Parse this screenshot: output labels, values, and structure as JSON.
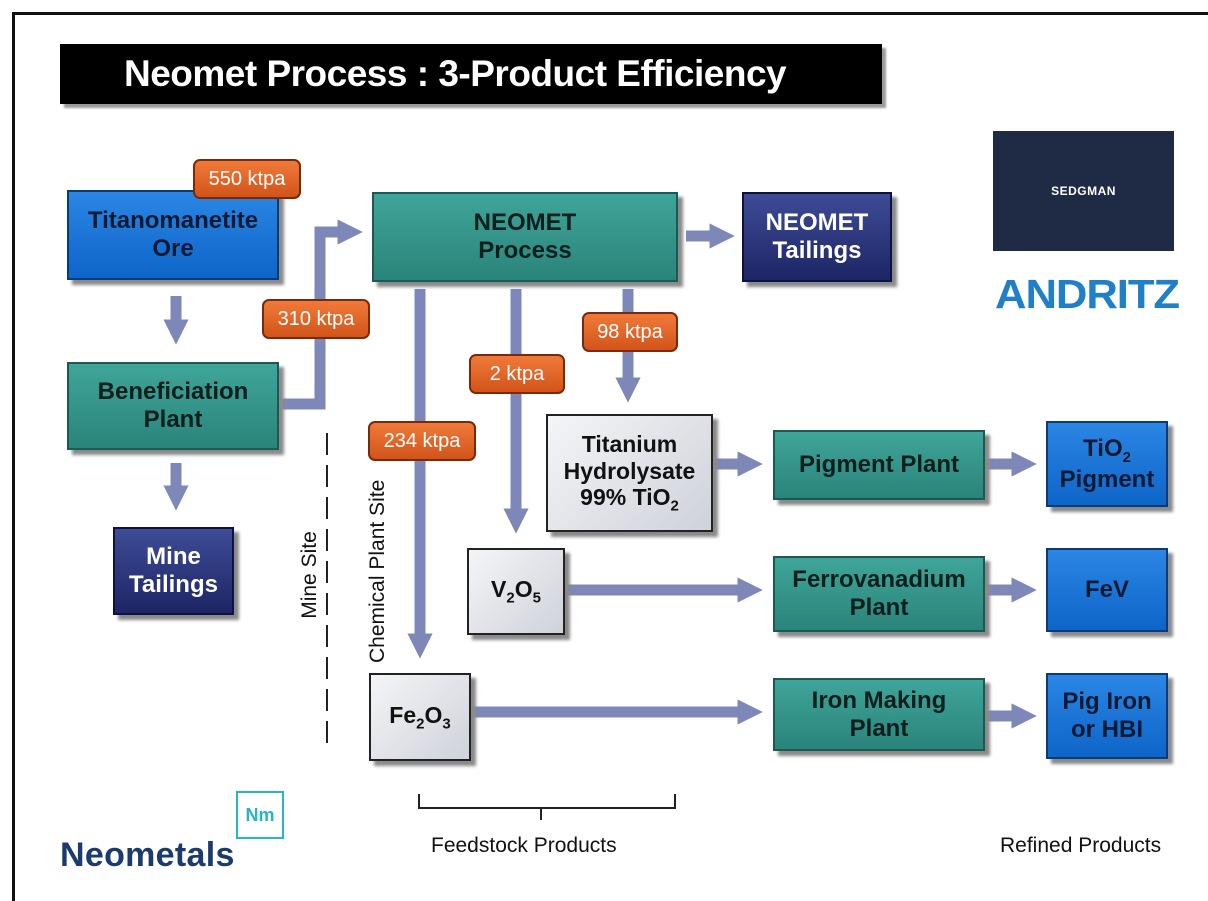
{
  "title": "Neomet Process : 3-Product Efficiency",
  "boxes": {
    "ore": [
      "Titanomanetite",
      "Ore"
    ],
    "beneficiation": [
      "Beneficiation",
      "Plant"
    ],
    "mine_tailings": [
      "Mine",
      "Tailings"
    ],
    "neomet_process": [
      "NEOMET",
      "Process"
    ],
    "neomet_tailings": [
      "NEOMET",
      "Tailings"
    ],
    "hydrolysate": [
      "Titanium",
      "Hydrolysate"
    ],
    "hydrolysate_purity": "99% TiO",
    "hydrolysate_purity_sub": "2",
    "v2o5": {
      "a": "V",
      "a_sub": "2",
      "b": "O",
      "b_sub": "5"
    },
    "fe2o3": {
      "a": "Fe",
      "a_sub": "2",
      "b": "O",
      "b_sub": "3"
    },
    "pigment_plant": "Pigment Plant",
    "ferrovanadium_plant": [
      "Ferrovanadium",
      "Plant"
    ],
    "iron_making_plant": [
      "Iron Making",
      "Plant"
    ],
    "tio2_pigment": {
      "a": "TiO",
      "a_sub": "2",
      "b": "Pigment"
    },
    "fev": "FeV",
    "pig_iron": [
      "Pig Iron",
      "or HBI"
    ]
  },
  "badges": {
    "ore_rate": "550 ktpa",
    "beneficiation_rate": "310 ktpa",
    "fe2o3_rate": "234 ktpa",
    "v2o5_rate": "2 ktpa",
    "hydrolysate_rate": "98 ktpa"
  },
  "site_labels": {
    "mine": "Mine Site",
    "chemical": "Chemical Plant Site"
  },
  "captions": {
    "feedstock": "Feedstock Products",
    "refined": "Refined Products"
  },
  "logos": {
    "sedgman": "SEDGMAN",
    "andritz": "ANDRITZ",
    "nm": "Nm",
    "neometals": "Neometals"
  },
  "colors": {
    "ore_box": "#1a75d6",
    "plant_box": "#34968b",
    "tailings_box": "#2a3680",
    "feedstock_box": "#e2e4ea",
    "badge": "#e0632a",
    "arrow": "#7d88b8",
    "andritz_blue": "#1f7fc9",
    "neometals_navy": "#1b3b6f",
    "nm_teal": "#27b5c8"
  }
}
